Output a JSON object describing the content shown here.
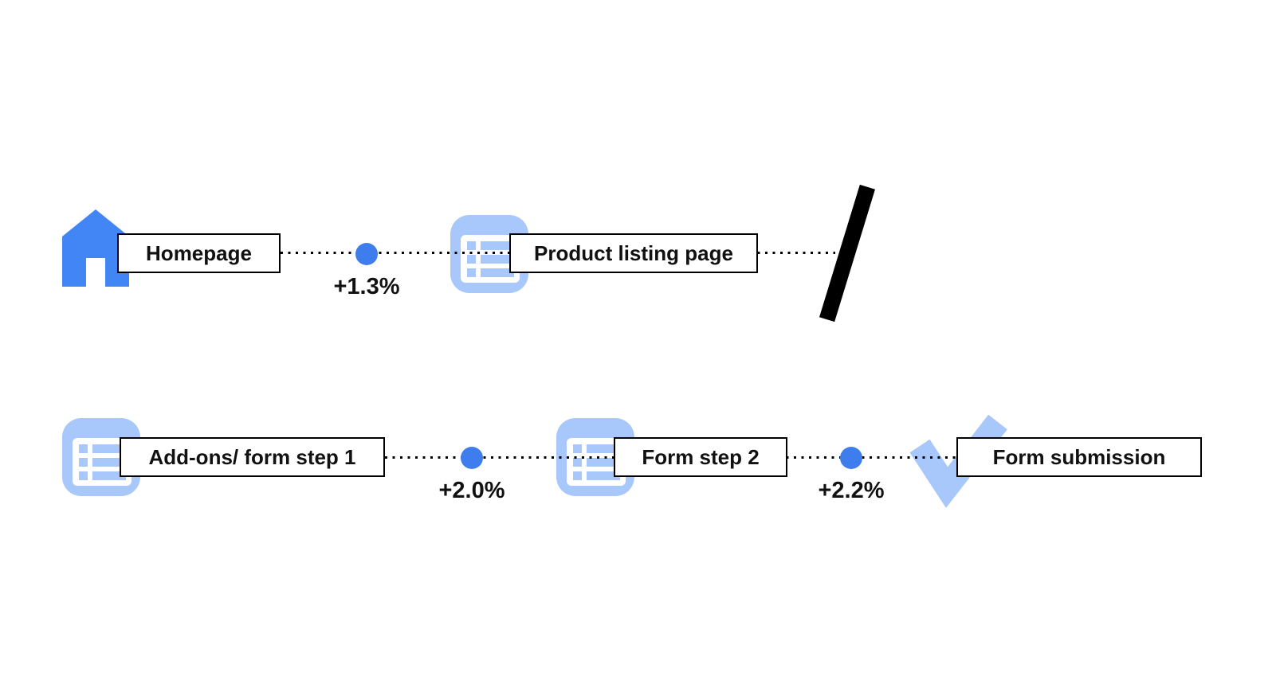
{
  "colors": {
    "primary_blue": "#4285F4",
    "light_blue": "#A8C7FA",
    "dot_blue": "#3E7DEE",
    "black": "#000000",
    "text": "#111111"
  },
  "icons": {
    "homepage": "home-icon",
    "product_listing_page": "list-icon",
    "addons_form_step1": "list-icon",
    "form_step2": "list-icon",
    "form_submission": "checkmark-icon",
    "drop_off": "slash-icon"
  },
  "flow": {
    "row1": {
      "step1_label": "Homepage",
      "rate1": "+1.3%",
      "step2_label": "Product listing page"
    },
    "row2": {
      "step3_label": "Add-ons/ form step 1",
      "rate2": "+2.0%",
      "step4_label": "Form step 2",
      "rate3": "+2.2%",
      "step5_label": "Form submission"
    }
  }
}
